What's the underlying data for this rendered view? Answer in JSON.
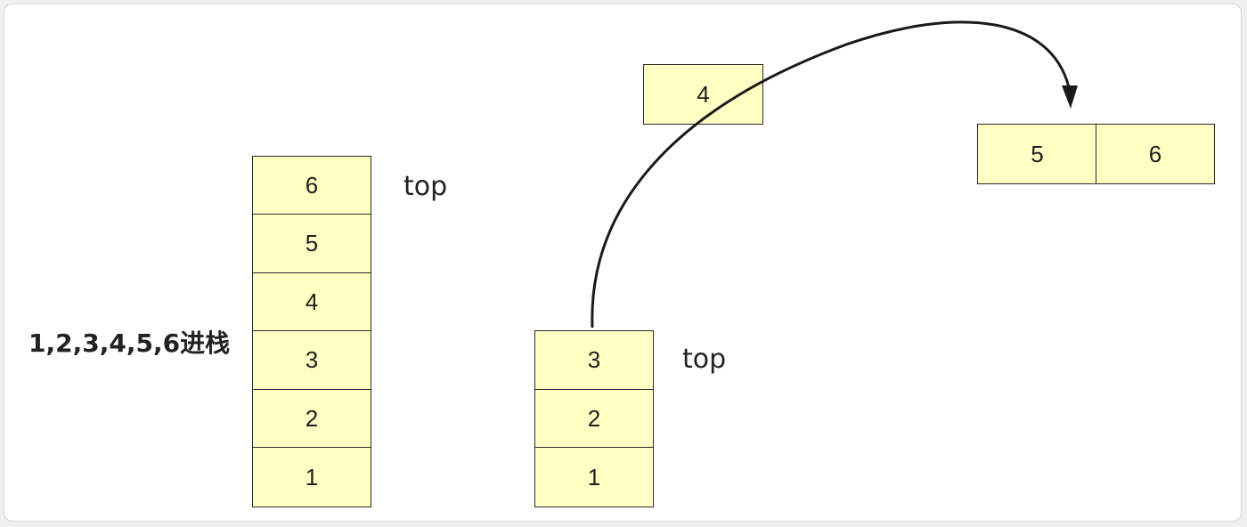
{
  "input_caption": "1,2,3,4,5,6进栈",
  "stack_full": {
    "cells": [
      "6",
      "5",
      "4",
      "3",
      "2",
      "1"
    ],
    "top_label": "top"
  },
  "stack_after": {
    "cells": [
      "3",
      "2",
      "1"
    ],
    "top_label": "top"
  },
  "popped_single": "4",
  "popped_pair": [
    "5",
    "6"
  ],
  "colors": {
    "cell_fill": "#ffffc4",
    "border": "#2a2a2a"
  }
}
